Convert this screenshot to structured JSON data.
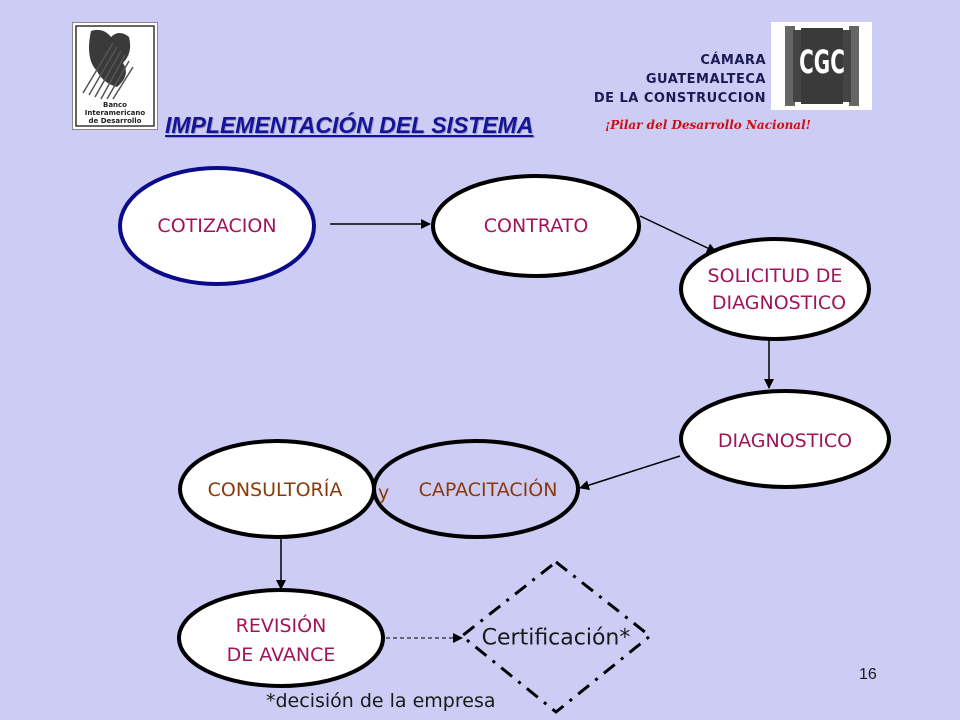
{
  "header": {
    "org_lines": [
      "CÁMARA",
      "GUATEMALTECA",
      "DE LA CONSTRUCCION"
    ],
    "title": "IMPLEMENTACIÓN DEL SISTEMA",
    "slogan": "¡Pilar del Desarrollo Nacional!",
    "left_logo_text": [
      "Banco",
      "Interamericano",
      "de Desarrollo"
    ],
    "right_logo_text": "CGC"
  },
  "diagram": {
    "nodes": {
      "cotizacion": "COTIZACION",
      "contrato": "CONTRATO",
      "solicitud_line1": "SOLICITUD DE",
      "solicitud_line2": "DIAGNOSTICO",
      "diagnostico": "DIAGNOSTICO",
      "consultoria": "CONSULTORÍA",
      "capacitacion": "CAPACITACIÓN",
      "revision_line1": "REVISIÓN",
      "revision_line2": "DE AVANCE",
      "certificacion": "Certificación*"
    },
    "connector": "y",
    "footnote": "*decisión de la empresa",
    "colors": {
      "cotizacion_border": "#0a0a8a",
      "node_border": "#000000",
      "node_fill": "#ffffff",
      "text_maroon": "#a0155a",
      "text_brown": "#8a3a0a"
    }
  },
  "page_number": "16"
}
